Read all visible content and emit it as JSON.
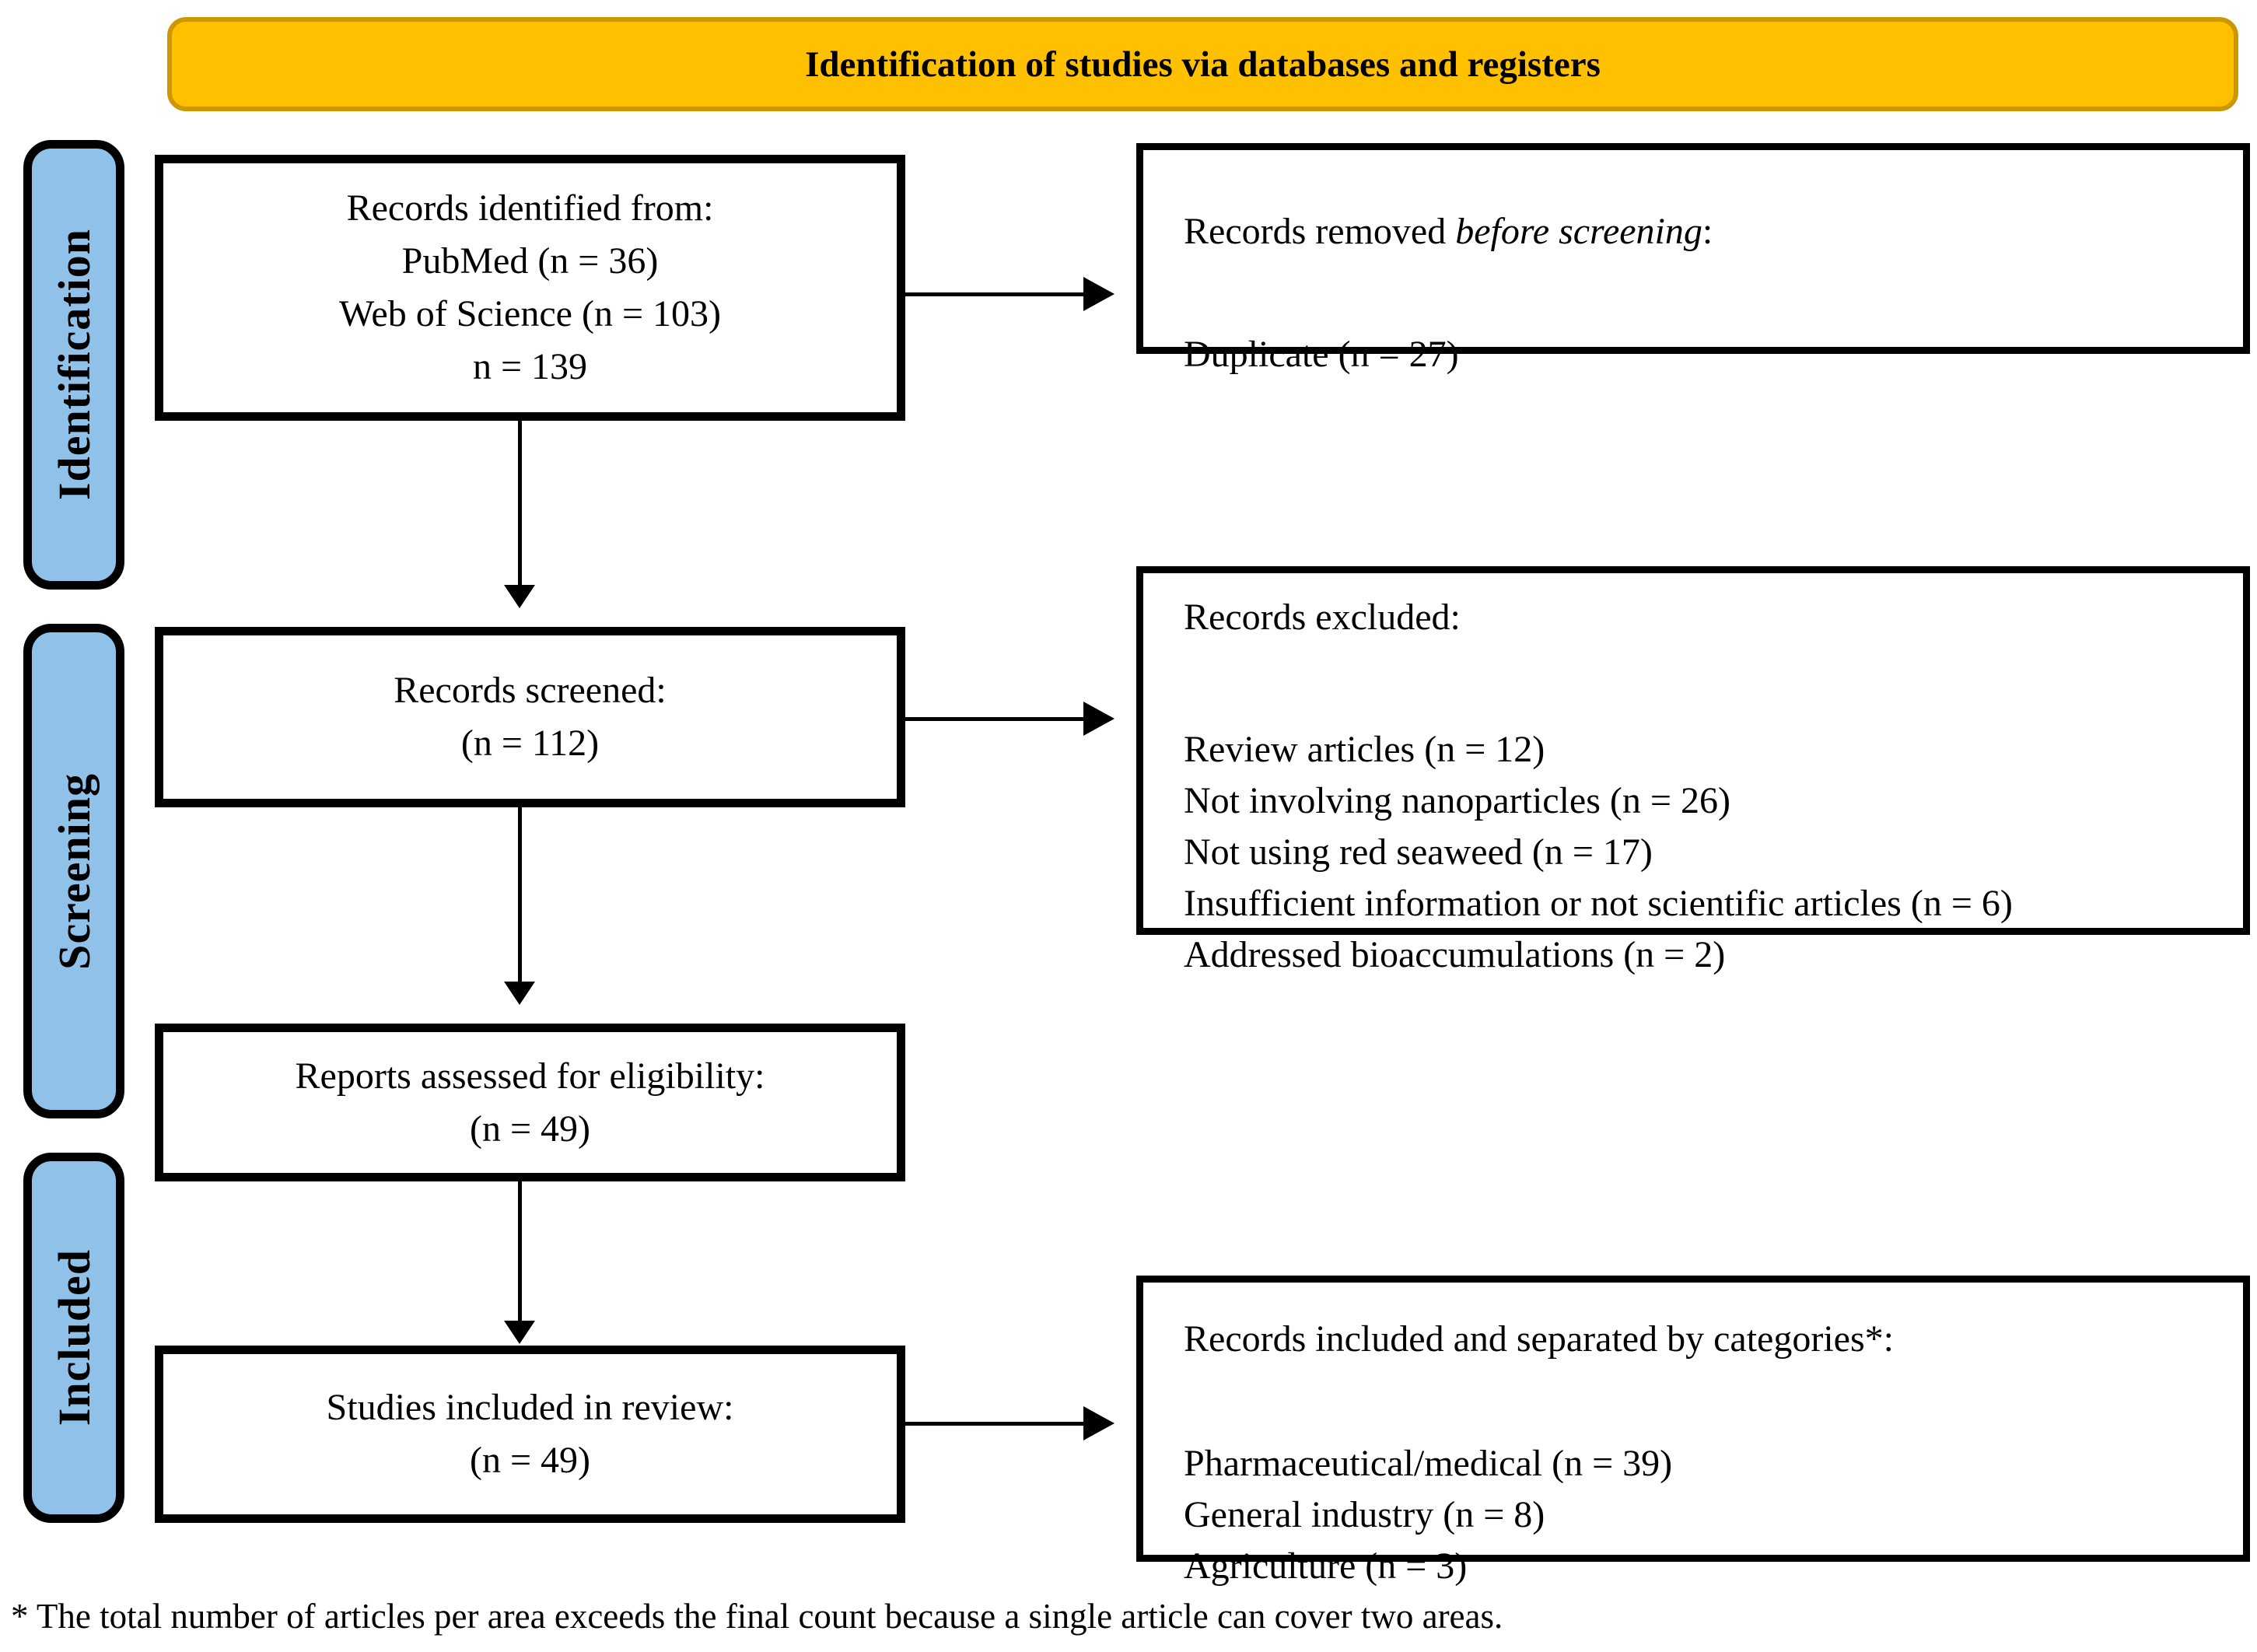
{
  "banner": {
    "title": "Identification of studies via databases and registers"
  },
  "stages": [
    {
      "label": "Identification"
    },
    {
      "label": "Screening"
    },
    {
      "label": "Included"
    }
  ],
  "left_boxes": {
    "identified": {
      "lines": [
        "Records identified from:",
        "PubMed (n = 36)",
        "Web of Science (n = 103)",
        "n = 139"
      ]
    },
    "screened": {
      "lines": [
        "Records screened:",
        "(n = 112)"
      ]
    },
    "assessed": {
      "lines": [
        "Reports assessed for eligibility:",
        "(n = 49)"
      ]
    },
    "included": {
      "lines": [
        "Studies included in review:",
        "(n = 49)"
      ]
    }
  },
  "right_boxes": {
    "removed": {
      "title_prefix": "Records removed ",
      "title_italic": "before screening",
      "title_suffix": ":",
      "items": [
        "Duplicate (n = 27)"
      ]
    },
    "excluded": {
      "title": "Records excluded:",
      "items": [
        "Review articles (n = 12)",
        "Not involving nanoparticles (n = 26)",
        "Not using red seaweed (n = 17)",
        "Insufficient information or not scientific articles (n = 6)",
        "Addressed bioaccumulations (n = 2)"
      ]
    },
    "categories": {
      "title": "Records included and separated by categories*:",
      "items": [
        "Pharmaceutical/medical (n = 39)",
        "General industry (n = 8)",
        "Agriculture (n = 3)"
      ]
    }
  },
  "footnote": "* The total number of articles per area exceeds the final count because a single article can cover two areas.",
  "colors": {
    "banner_fill": "#FFC000",
    "banner_border": "#CC9700",
    "stage_fill": "#90C2E9",
    "box_border": "#000000"
  }
}
